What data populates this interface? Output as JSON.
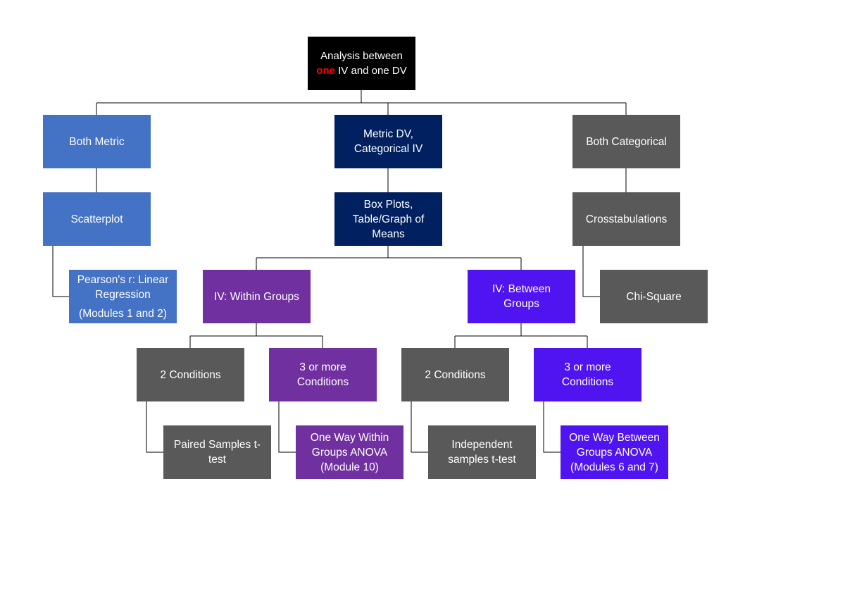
{
  "root": {
    "line1": "Analysis between",
    "line2_accent": "one",
    "line2_rest": " IV and one DV"
  },
  "level1": {
    "both_metric": "Both Metric",
    "metric_dv_line1": "Metric DV,",
    "metric_dv_line2": "Categorical IV",
    "both_categorical": "Both Categorical"
  },
  "level2": {
    "scatterplot": "Scatterplot",
    "boxplots_line1": "Box Plots,",
    "boxplots_line2": "Table/Graph of",
    "boxplots_line3": "Means",
    "crosstabulations": "Crosstabulations"
  },
  "level3": {
    "pearson_line1": "Pearson's r: Linear",
    "pearson_line2": "Regression",
    "pearson_line3": "(Modules 1 and 2)",
    "within_groups": "IV: Within Groups",
    "between_line1": "IV: Between",
    "between_line2": "Groups",
    "chi_square": "Chi-Square"
  },
  "level4": {
    "within_two": "2 Conditions",
    "within_three_line1": "3 or more",
    "within_three_line2": "Conditions",
    "between_two": "2 Conditions",
    "between_three_line1": "3 or more",
    "between_three_line2": "Conditions"
  },
  "level5": {
    "paired_line1": "Paired Samples t-",
    "paired_line2": "test",
    "oneway_within_line1": "One Way Within",
    "oneway_within_line2": "Groups ANOVA",
    "oneway_within_line3": "(Module 10)",
    "independent_line1": "Independent",
    "independent_line2": "samples t-test",
    "oneway_between_line1": "One Way Between",
    "oneway_between_line2": "Groups ANOVA",
    "oneway_between_line3": "(Modules 6 and 7)"
  },
  "colors": {
    "root": "#000000",
    "metric_blue": "#4472c4",
    "navy": "#002060",
    "gray": "#595959",
    "within_purple": "#7030a0",
    "between_violet": "#4f14f0",
    "accent_red": "#ff0000",
    "connector": "#000000"
  }
}
